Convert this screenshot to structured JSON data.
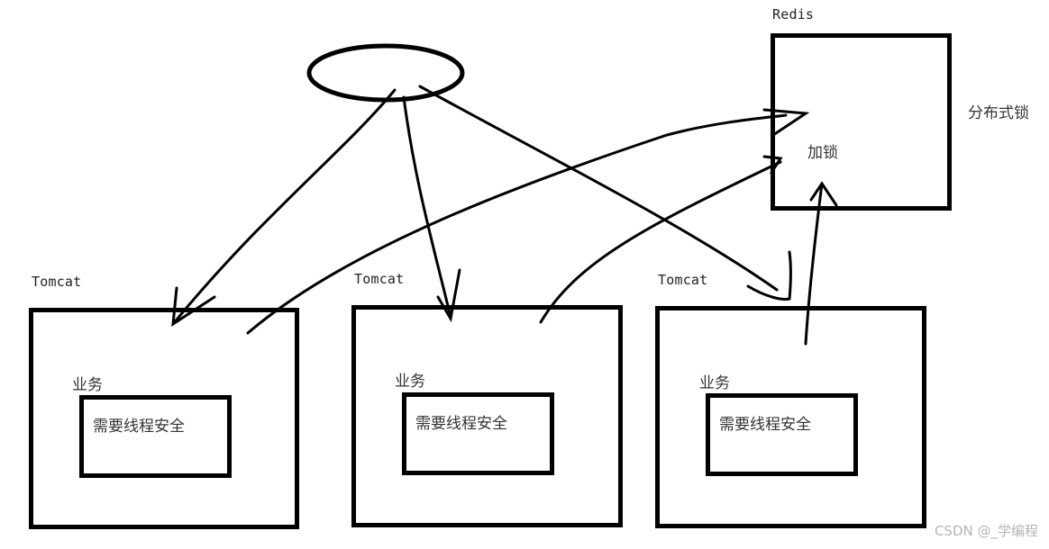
{
  "diagram": {
    "title": "Redis distributed lock across Tomcat instances",
    "client": {
      "shape": "ellipse"
    },
    "redis": {
      "label": "Redis",
      "inner_label": "加锁",
      "side_label": "分布式锁"
    },
    "tomcats": [
      {
        "label": "Tomcat",
        "business_label": "业务",
        "inner_label": "需要线程安全"
      },
      {
        "label": "Tomcat",
        "business_label": "业务",
        "inner_label": "需要线程安全"
      },
      {
        "label": "Tomcat",
        "business_label": "业务",
        "inner_label": "需要线程安全"
      }
    ],
    "edges": [
      {
        "from": "client",
        "to": "tomcat-1"
      },
      {
        "from": "client",
        "to": "tomcat-2"
      },
      {
        "from": "client",
        "to": "tomcat-3"
      },
      {
        "from": "tomcat-1",
        "to": "redis"
      },
      {
        "from": "tomcat-2",
        "to": "redis"
      },
      {
        "from": "tomcat-3",
        "to": "redis"
      }
    ]
  },
  "watermark": "CSDN @_学编程",
  "colors": {
    "stroke": "#000000",
    "text": "#222222",
    "watermark": "#b5b5b5"
  }
}
